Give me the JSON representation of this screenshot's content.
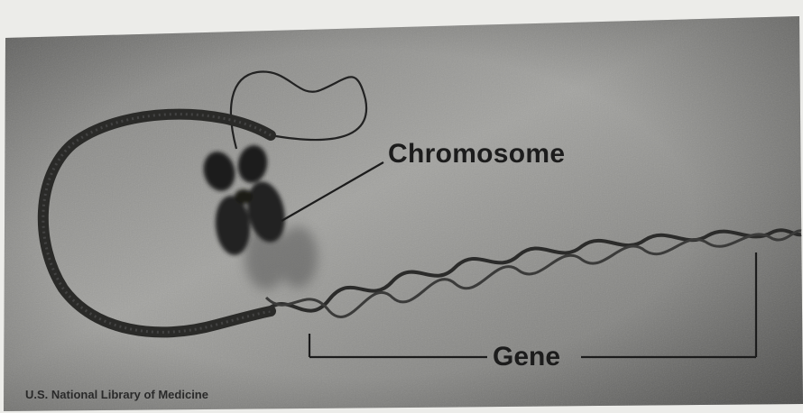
{
  "figure": {
    "labels": {
      "chromosome": "Chromosome",
      "gene": "Gene"
    },
    "credit": "U.S. National Library of Medicine"
  },
  "colors": {
    "paper": "#e9e9e7",
    "panel": "#8d8d8a",
    "ink": "#1c1c1c"
  }
}
